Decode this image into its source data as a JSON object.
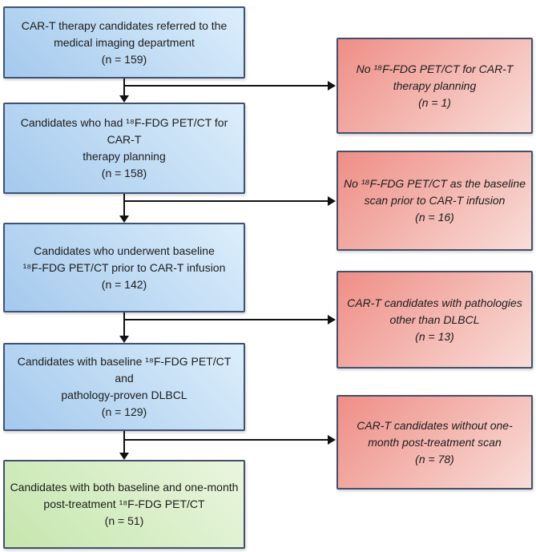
{
  "colors": {
    "process_fill_light": "#dceefb",
    "process_fill_dark": "#a4c9ed",
    "process_border": "#3e5277",
    "outcome_fill_light": "#eaf6df",
    "outcome_fill_dark": "#c5e6ad",
    "outcome_border": "#44506b",
    "exclusion_fill_dark": "#ee8e86",
    "exclusion_fill_light": "#f9ddd8",
    "exclusion_border": "#44506b",
    "connector": "#111111",
    "text": "#1c1c1c"
  },
  "flow": {
    "main": [
      {
        "id": "referred",
        "n": 159,
        "text": "CAR-T therapy candidates referred to the\nmedical imaging department\n(n = 159)"
      },
      {
        "id": "pet-planning",
        "n": 158,
        "text": "Candidates who had ¹⁸F-FDG PET/CT for CAR-T\ntherapy planning\n(n = 158)"
      },
      {
        "id": "baseline-pet",
        "n": 142,
        "text": "Candidates who underwent baseline\n¹⁸F-FDG PET/CT prior to CAR-T infusion\n(n = 142)"
      },
      {
        "id": "dlbcl-proven",
        "n": 129,
        "text": "Candidates with baseline ¹⁸F-FDG PET/CT and\npathology-proven DLBCL\n(n = 129)"
      },
      {
        "id": "final-cohort",
        "n": 51,
        "text": "Candidates with both baseline and one-month\npost-treatment ¹⁸F-FDG PET/CT\n(n = 51)"
      }
    ],
    "exclusions": [
      {
        "id": "no-pet-planning",
        "n": 1,
        "text": "No ¹⁸F-FDG PET/CT for CAR-T\ntherapy planning\n(n = 1)"
      },
      {
        "id": "no-baseline-pet",
        "n": 16,
        "text": "No ¹⁸F-FDG PET/CT as the baseline\nscan prior to CAR-T infusion\n(n = 16)"
      },
      {
        "id": "non-dlbcl",
        "n": 13,
        "text": "CAR-T candidates with pathologies\nother than DLBCL\n(n = 13)"
      },
      {
        "id": "no-followup-scan",
        "n": 78,
        "text": "CAR-T candidates without one-\nmonth post-treatment scan\n(n = 78)"
      }
    ]
  }
}
